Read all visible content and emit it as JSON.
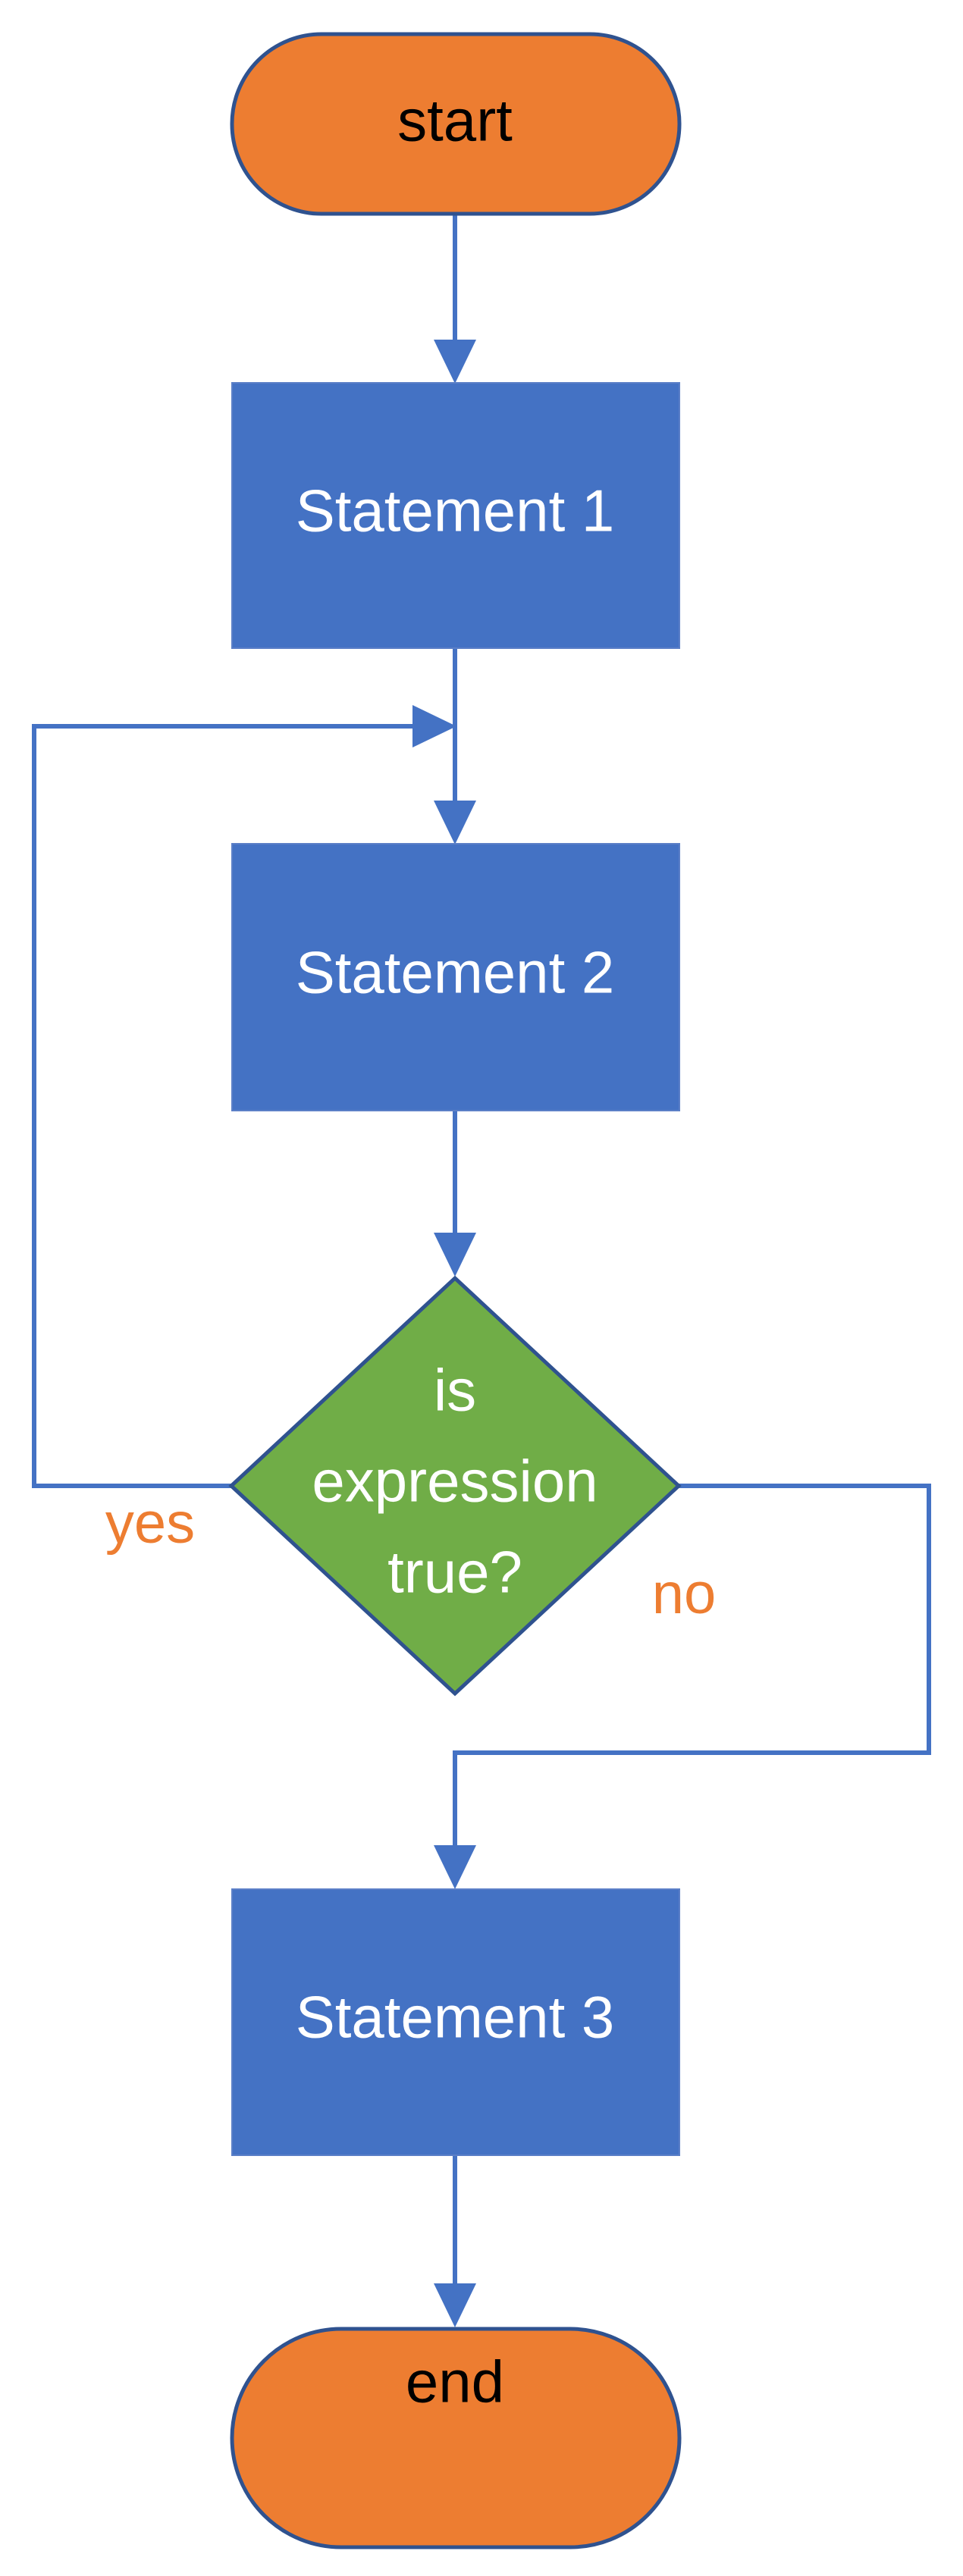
{
  "diagram": {
    "nodes": {
      "start": {
        "label": "start",
        "shape": "terminator"
      },
      "statement1": {
        "label": "Statement 1",
        "shape": "process"
      },
      "statement2": {
        "label": "Statement 2",
        "shape": "process"
      },
      "decision": {
        "label_lines": [
          "is",
          "expression",
          "true?"
        ],
        "shape": "decision"
      },
      "statement3": {
        "label": "Statement 3",
        "shape": "process"
      },
      "end": {
        "label": "end",
        "shape": "terminator"
      }
    },
    "edges": {
      "yes_label": "yes",
      "no_label": "no"
    }
  },
  "colors": {
    "terminator_fill": "#ED7D31",
    "process_fill": "#4472C4",
    "decision_fill": "#70AD47",
    "stroke": "#4472C4",
    "terminator_stroke": "#2F528F",
    "decision_stroke": "#2F528F",
    "terminator_text": "#000000",
    "node_text": "#FFFFFF",
    "branch_label": "#ED7D31"
  }
}
